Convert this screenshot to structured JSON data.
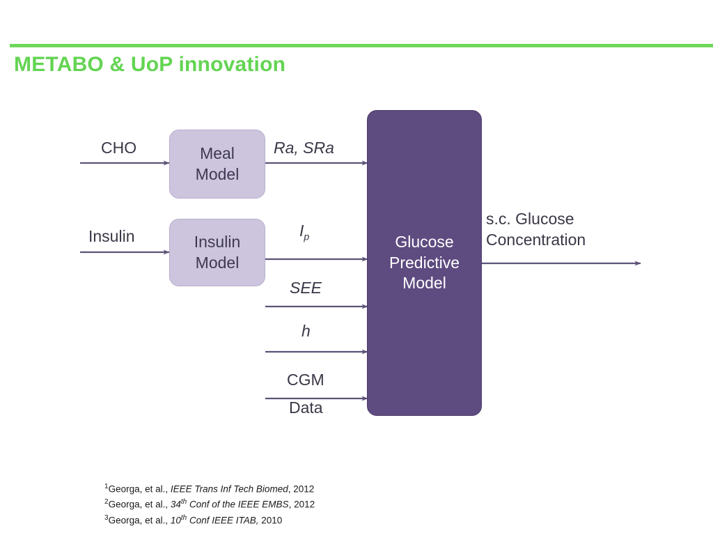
{
  "slide": {
    "title": "METABO & UoP innovation",
    "accent_color": "#63d452",
    "rule_color": "#6ed85c",
    "background": "#ffffff"
  },
  "diagram": {
    "type": "block-diagram",
    "line_color": "#5d5277",
    "boxes": [
      {
        "id": "meal-model",
        "label_line1": "Meal",
        "label_line2": "Model",
        "fill": "#cdc5de",
        "text_color": "#3e3852"
      },
      {
        "id": "insulin-model",
        "label_line1": "Insulin",
        "label_line2": "Model",
        "fill": "#cdc5de",
        "text_color": "#3e3852"
      },
      {
        "id": "glucose-predictive-model",
        "label_line1": "Glucose",
        "label_line2": "Predictive",
        "label_line3": "Model",
        "fill": "#5e4b80",
        "text_color": "#ffffff"
      }
    ],
    "inputs": [
      {
        "id": "cho",
        "label": "CHO"
      },
      {
        "id": "insulin",
        "label": "Insulin"
      }
    ],
    "signals": [
      {
        "id": "ra-sra",
        "label": "Ra, SRa",
        "italic": true
      },
      {
        "id": "ip",
        "label": "I",
        "subscript": "p",
        "italic": true
      },
      {
        "id": "see",
        "label": "SEE",
        "italic": true
      },
      {
        "id": "h",
        "label": "h",
        "italic": true
      },
      {
        "id": "cgm-data",
        "label_above": "CGM",
        "label_below": "Data",
        "italic": false
      }
    ],
    "output": {
      "id": "sc-glucose-concentration",
      "line1": "s.c. Glucose",
      "line2": "Concentration"
    }
  },
  "footnotes": [
    {
      "marker": "1",
      "author": "Georga, et al., ",
      "source": "IEEE Trans Inf Tech Biomed",
      "ordinal": "",
      "year": ", 2012"
    },
    {
      "marker": "2",
      "author": "Georga, et al., ",
      "source_pre": "34",
      "ordinal": "th",
      "source_post": " Conf of the IEEE EMBS",
      "year": ", 2012"
    },
    {
      "marker": "3",
      "author": "Georga, et al., ",
      "source_pre": "10",
      "ordinal": "th",
      "source_post": " Conf IEEE ITAB,",
      "year": " 2010"
    }
  ]
}
